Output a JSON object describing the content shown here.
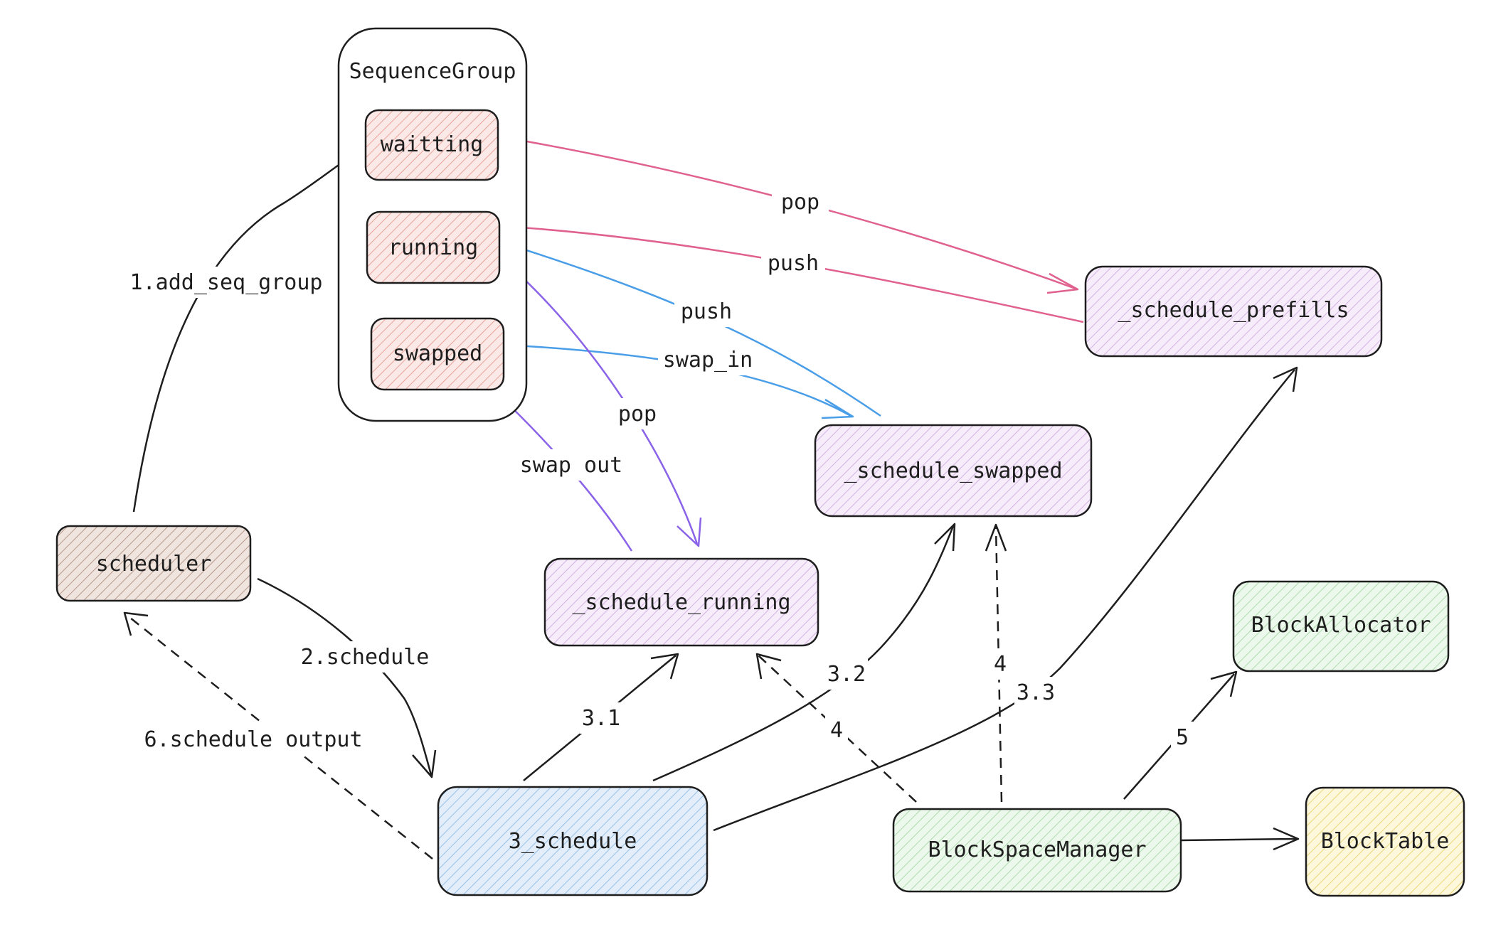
{
  "container": {
    "title": "SequenceGroup"
  },
  "queues": [
    {
      "id": "waitting",
      "label": "waitting"
    },
    {
      "id": "running",
      "label": "running"
    },
    {
      "id": "swapped",
      "label": "swapped"
    }
  ],
  "nodes": {
    "scheduler": {
      "label": "scheduler"
    },
    "schedule3": {
      "label": "3_schedule"
    },
    "schedule_running": {
      "label": "_schedule_running"
    },
    "schedule_swapped": {
      "label": "_schedule_swapped"
    },
    "schedule_prefills": {
      "label": "_schedule_prefills"
    },
    "block_space_manager": {
      "label": "BlockSpaceManager"
    },
    "block_allocator": {
      "label": "BlockAllocator"
    },
    "block_table": {
      "label": "BlockTable"
    }
  },
  "edges": {
    "add_seq_group": "1.add_seq_group",
    "schedule": "2.schedule",
    "schedule_output": "6.schedule output",
    "step_3_1": "3.1",
    "step_3_2": "3.2",
    "step_3_3": "3.3",
    "step_4_running": "4",
    "step_4_swapped": "4",
    "step_5": "5",
    "pop_waiting": "pop",
    "push_prefills": "push",
    "push_swapped": "push",
    "swap_in": "swap_in",
    "pop_running": "pop",
    "swap_out": "swap out"
  },
  "colors": {
    "stroke": "#1e1e1e",
    "pink": "#e0608e",
    "blue": "#4a9ee8",
    "purple": "#8a63e8",
    "fill_red": "#f7d6d3",
    "fill_brown": "#d8c3b8",
    "fill_purple": "#ead7f2",
    "fill_blue": "#cfe2f5",
    "fill_green": "#d6f0d6",
    "fill_yellow": "#f9efb8"
  }
}
